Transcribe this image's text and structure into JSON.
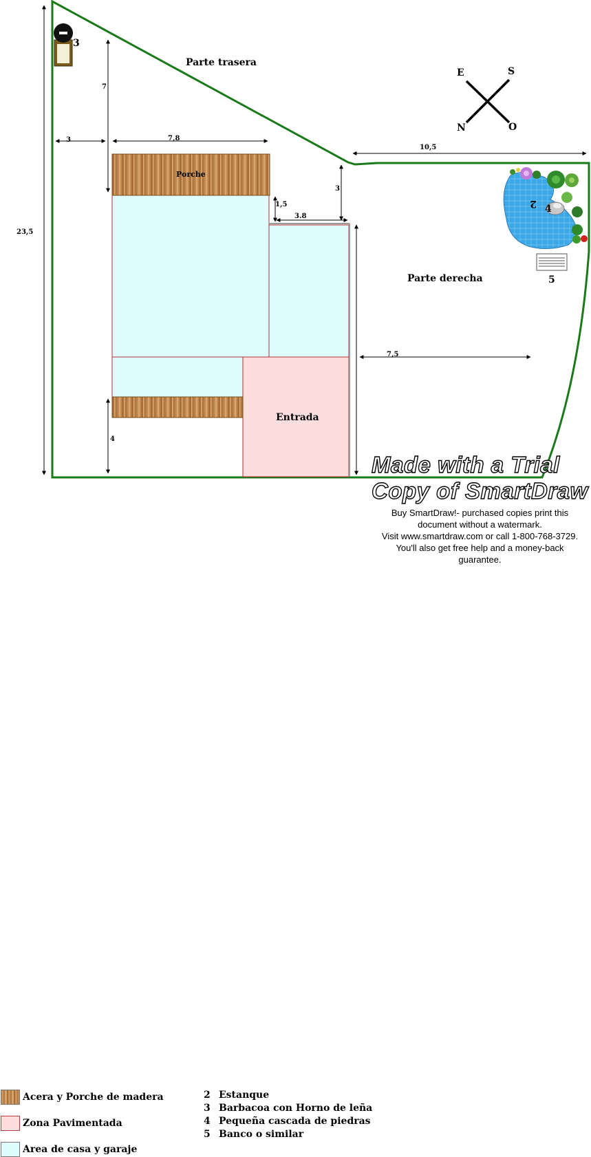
{
  "areas": {
    "rear": "Parte trasera",
    "right": "Parte derecha",
    "porch": "Porche",
    "entrance": "Entrada"
  },
  "compass": {
    "e": "E",
    "s": "S",
    "n": "N",
    "o": "O"
  },
  "dimensions": {
    "total_height": "23,5",
    "rear_gap": "7",
    "left_gap": "3",
    "porch_width": "7,8",
    "right_top": "10,5",
    "garage_top_gap": "3",
    "step_height": "1,5",
    "step_width": "3.8",
    "right_width": "7,5",
    "front_walk": "4"
  },
  "markers": {
    "bbq_num": "3",
    "pond_num": "2",
    "cascade_num": "4",
    "bench_num": "5"
  },
  "legend": {
    "wood": "Acera y Porche de madera",
    "paved": "Zona Pavimentada",
    "house": "Area de casa y garaje"
  },
  "key": [
    {
      "num": "2",
      "label": "Estanque"
    },
    {
      "num": "3",
      "label": "Barbacoa con Horno de leña"
    },
    {
      "num": "4",
      "label": "Pequeña cascada de piedras"
    },
    {
      "num": "5",
      "label": "Banco o similar"
    }
  ],
  "watermark": {
    "line1": "Made with a Trial",
    "line2": "Copy of SmartDraw",
    "buy": [
      "Buy SmartDraw!- purchased copies print this",
      "document without a watermark.",
      "Visit www.smartdraw.com or call 1-800-768-3729.",
      "You'll also get free help and a money-back",
      "guarantee."
    ]
  },
  "colors": {
    "boundary": "#1a7a1a",
    "house_fill": "#dffdff",
    "paved_fill": "#fcdedf",
    "wall": "#b03030",
    "pond": "#3aa8e8"
  }
}
